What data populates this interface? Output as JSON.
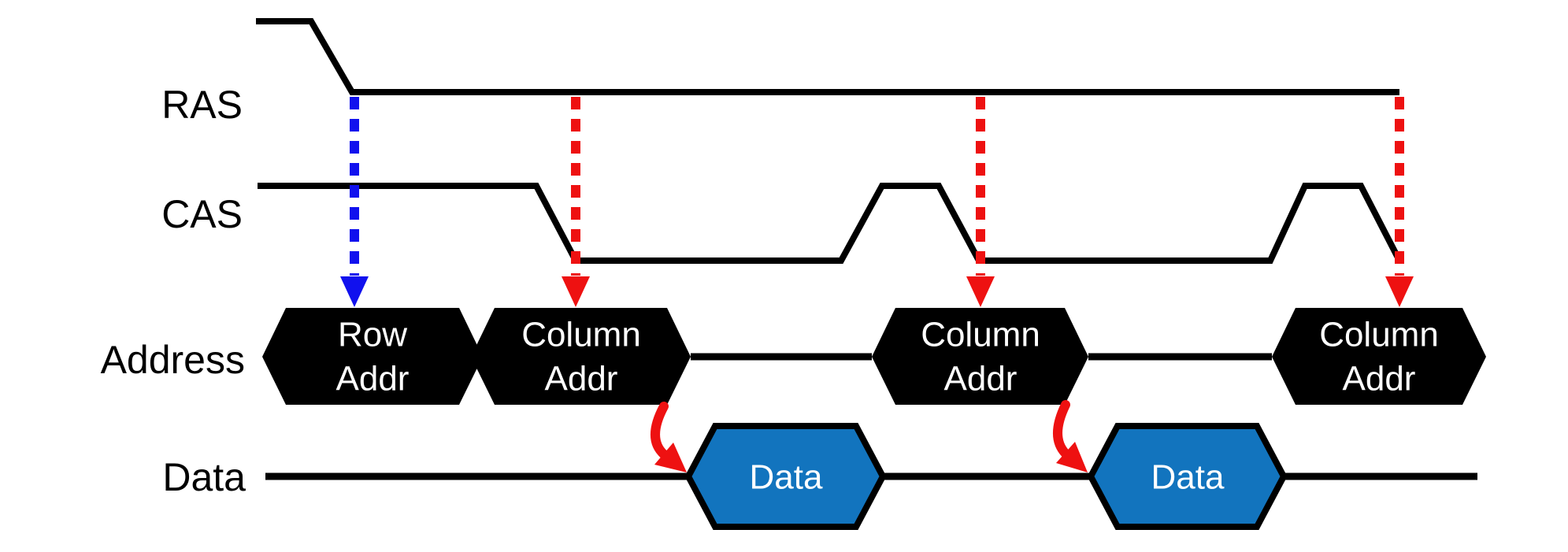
{
  "signals": {
    "ras": "RAS",
    "cas": "CAS",
    "address": "Address",
    "data": "Data"
  },
  "address_blocks": [
    {
      "line1": "Row",
      "line2": "Addr"
    },
    {
      "line1": "Column",
      "line2": "Addr"
    },
    {
      "line1": "Column",
      "line2": "Addr"
    },
    {
      "line1": "Column",
      "line2": "Addr"
    }
  ],
  "data_blocks": [
    {
      "label": "Data"
    },
    {
      "label": "Data"
    }
  ],
  "colors": {
    "waveform": "#000000",
    "label_text": "#000000",
    "block_fill": "#000000",
    "block_text": "#ffffff",
    "data_block_fill": "#1274be",
    "ras_latch_arrow_blue": "#1111ee",
    "cas_latch_arrow_red": "#ee1111",
    "data_out_arrow_red": "#ee1111",
    "background": "#ffffff"
  }
}
